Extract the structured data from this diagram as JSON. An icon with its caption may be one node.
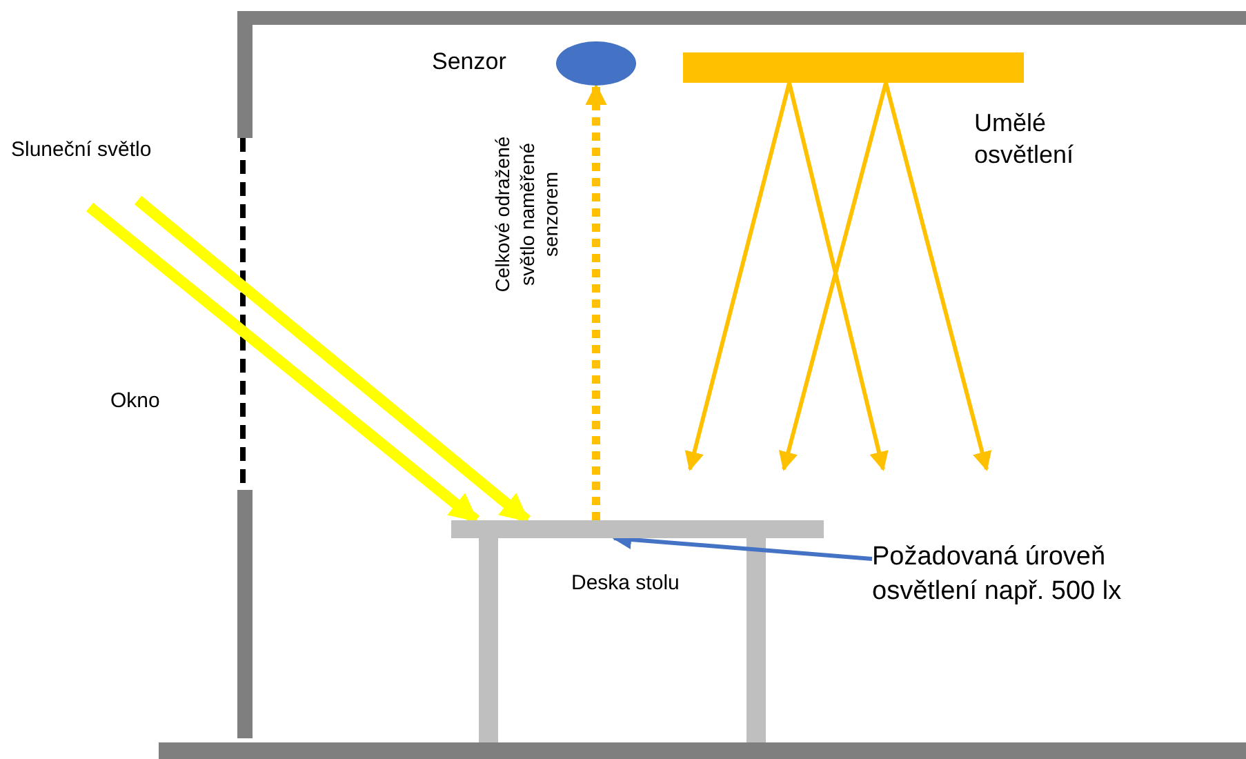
{
  "diagram": {
    "nodes": [
      {
        "text": [],
        "shape": "circle",
        "beside": [
          "Senzor"
        ]
      },
      {
        "text": [],
        "shape": "bar",
        "beside": [
          "Umělé osvětlení"
        ]
      },
      {
        "text": [],
        "shape": "bar",
        "beside": [
          "Deska stolu"
        ]
      },
      {
        "text": [
          "Požadovaná úroveň osvětlení např. 500 lx"
        ]
      }
    ],
    "edges": [
      {
        "from": null,
        "to": 2,
        "arrow": "to",
        "style": "thick",
        "color": "#ffff00"
      },
      {
        "from": null,
        "to": 2,
        "arrow": "to",
        "style": "thick",
        "color": "#ffff00"
      },
      {
        "from": 2,
        "to": 0,
        "arrow": "to",
        "style": "dashed",
        "label": "Celkové odražené světlo naměřené senzorem"
      },
      {
        "from": 1,
        "to": null,
        "arrow": "to"
      },
      {
        "from": 1,
        "to": null,
        "arrow": "to"
      },
      {
        "from": 1,
        "to": null,
        "arrow": "to"
      },
      {
        "from": 1,
        "to": null,
        "arrow": "to"
      },
      {
        "from": 3,
        "to": 2,
        "arrow": "to",
        "color": "#4472c4"
      }
    ],
    "labels": [
      "Sluneční světlo",
      "Okno"
    ]
  }
}
